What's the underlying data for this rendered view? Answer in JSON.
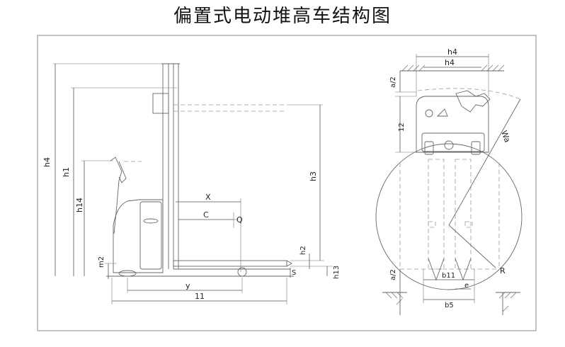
{
  "title": "偏置式电动堆高车结构图",
  "side_view": {
    "labels": {
      "h4": "h4",
      "h1": "h1",
      "h14": "h14",
      "m2": "m2",
      "h3": "h3",
      "h2": "h2",
      "h13": "h13",
      "X": "X",
      "C": "C",
      "Q": "Q",
      "S": "S",
      "y": "y",
      "l1": "11"
    }
  },
  "top_view": {
    "labels": {
      "h4_outer": "h4",
      "h4_inner": "h4",
      "a2_top": "a/2",
      "l2": "12",
      "Wa": "Wa",
      "R": "R",
      "a2_bottom": "a/2",
      "b11": "b11",
      "e": "e",
      "b5": "b5"
    }
  },
  "colors": {
    "line": "#555555",
    "text": "#222222",
    "border": "#888888"
  }
}
